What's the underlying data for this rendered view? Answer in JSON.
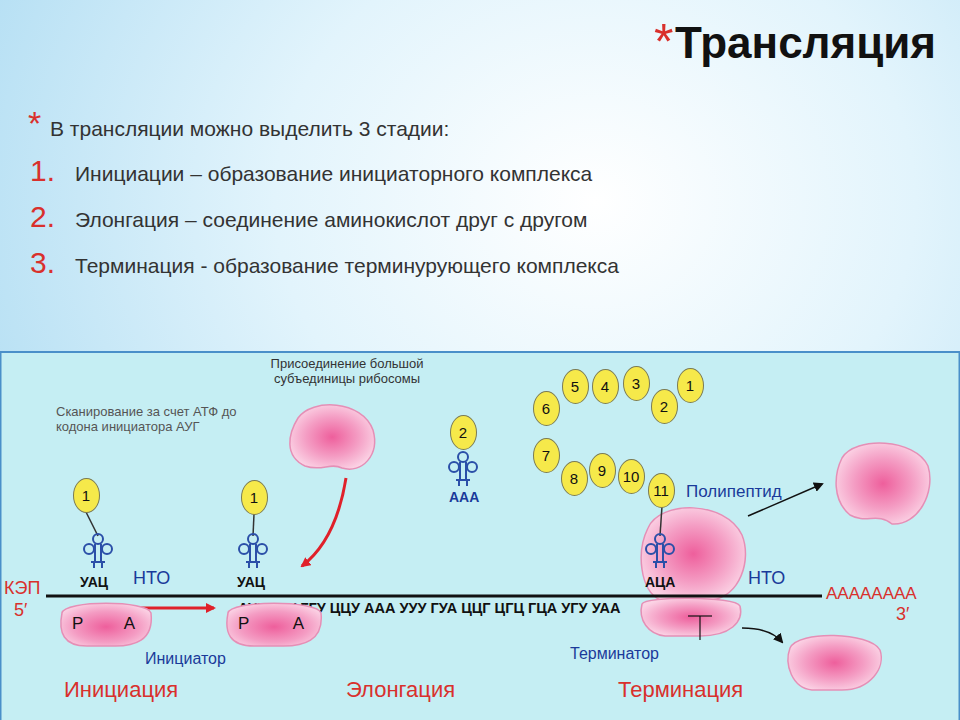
{
  "diagram": {
    "title": "Трансляция",
    "nodes": [
      {
        "text": [
          "1"
        ]
      },
      {
        "text": [
          "1"
        ]
      },
      {
        "text": [
          "2"
        ]
      },
      {
        "text": [
          "1"
        ]
      },
      {
        "text": [
          "2"
        ]
      },
      {
        "text": [
          "3"
        ]
      },
      {
        "text": [
          "4"
        ]
      },
      {
        "text": [
          "5"
        ]
      },
      {
        "text": [
          "6"
        ]
      },
      {
        "text": [
          "7"
        ]
      },
      {
        "text": [
          "8"
        ]
      },
      {
        "text": [
          "9"
        ]
      },
      {
        "text": [
          "10"
        ]
      },
      {
        "text": [
          "11"
        ]
      },
      {
        "text": [
          "Р",
          "А"
        ]
      },
      {
        "text": [
          "Р",
          "А"
        ]
      }
    ],
    "labels": [
      "*",
      "*",
      "В трансляции можно выделить 3 стадии:",
      "1.",
      "Инициации – образование инициаторного комплекса",
      "2.",
      "Элонгация – соединение аминокислот друг с другом",
      "3.",
      "Терминация - образование терминурующего комплекса",
      "Присоединение большой субъединицы рибосомы",
      "Сканирование за счет АТФ до кодона инициатора АУГ",
      "УАЦ",
      "УАЦ",
      "ААА",
      "АЦА",
      "НТО",
      "НТО",
      "КЭП",
      "5′",
      "АААААААА",
      "3′",
      "АУГ УУУ ГГУ ЦЦУ ААА УУУ ГУА ЦЦГ ЦГЦ ГЦА УГУ УАА",
      "Инициатор",
      "Терминатор",
      "Полипептид",
      "Инициация",
      "Элонгация",
      "Терминация"
    ]
  }
}
